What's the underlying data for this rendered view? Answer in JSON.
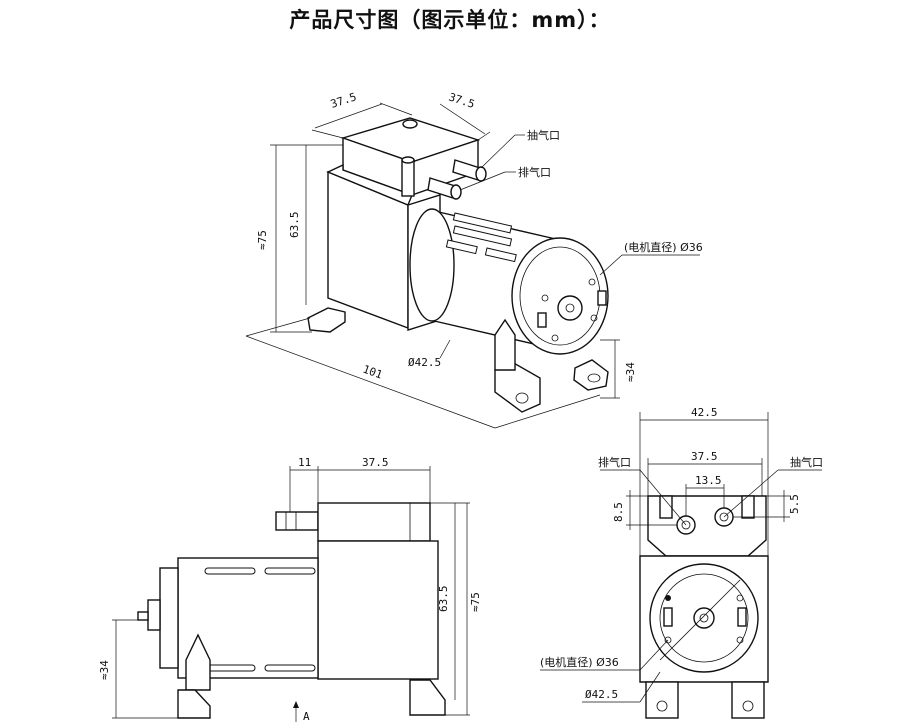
{
  "title": "产品尺寸图（图示单位：mm）：",
  "iso_view": {
    "dims": {
      "top_left": "37.5",
      "top_right": "37.5",
      "height_total": "≈75",
      "height_body": "63.5",
      "motor_dia": "Ø42.5",
      "length": "101",
      "foot_height": "≈34"
    },
    "labels": {
      "suction_port": "抽气口",
      "exhaust_port": "排气口",
      "motor_dia_label": "(电机直径) Ø36"
    }
  },
  "side_view": {
    "dims": {
      "nozzle": "11",
      "head_width": "37.5",
      "height_body": "63.5",
      "height_total": "≈75",
      "foot_height": "≈34"
    },
    "labels": {
      "section_mark": "A"
    }
  },
  "front_view": {
    "dims": {
      "width_total": "42.5",
      "port_span": "37.5",
      "port_spacing": "13.5",
      "left_port_height": "8.5",
      "right_port_height": "5.5",
      "motor_dia": "Ø42.5"
    },
    "labels": {
      "exhaust_port": "排气口",
      "suction_port": "抽气口",
      "motor_dia_label": "(电机直径) Ø36"
    }
  }
}
